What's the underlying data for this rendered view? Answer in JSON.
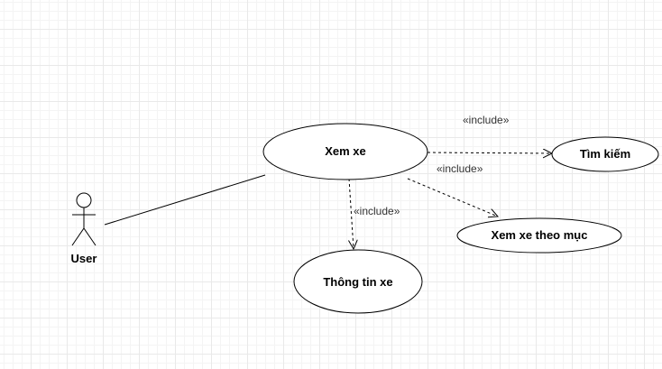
{
  "actor": {
    "label": "User"
  },
  "use_cases": {
    "xem_xe": "Xem xe",
    "tim_kiem": "Tìm kiếm",
    "xem_xe_theo_muc": "Xem xe theo mục",
    "thong_tin_xe": "Thông tin xe"
  },
  "relations": {
    "include_tim_kiem": "«include»",
    "include_theo_muc": "«include»",
    "include_thong_tin": "«include»"
  },
  "colors": {
    "stroke": "#000000",
    "fill": "#ffffff",
    "label": "#333333"
  }
}
